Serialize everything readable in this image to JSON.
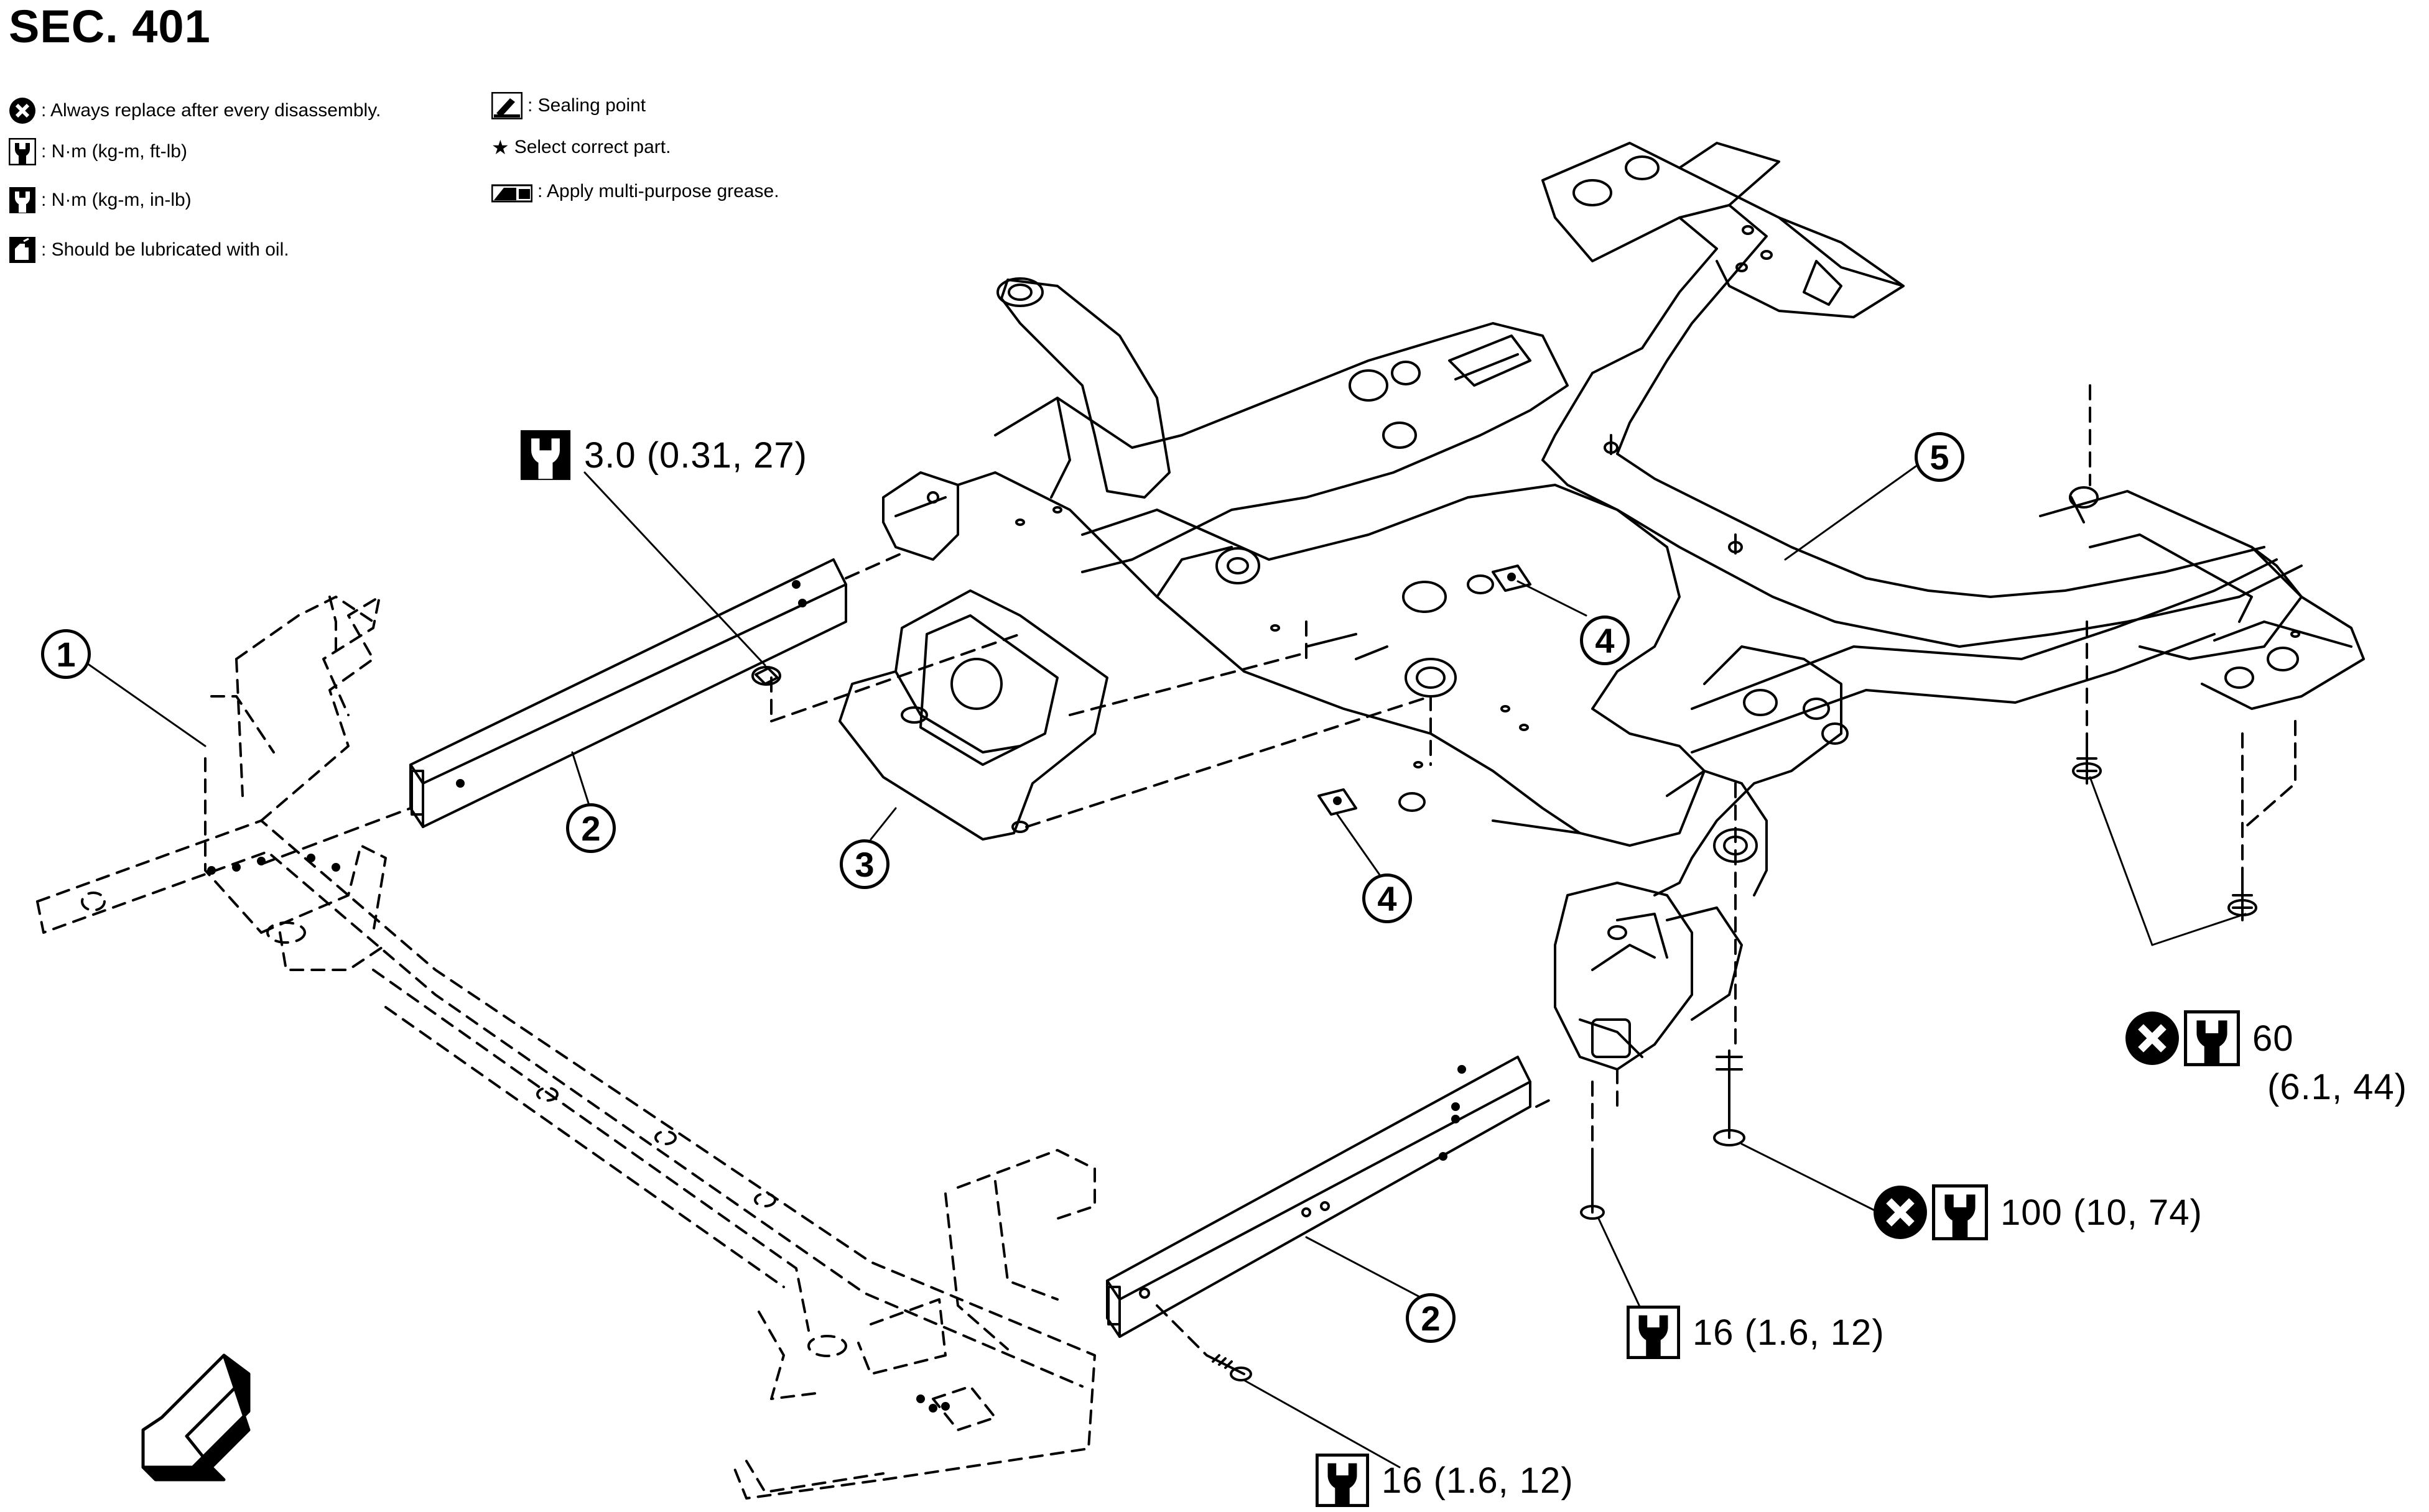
{
  "section": "SEC. 401",
  "legend": [
    {
      "icon": "replace-x-icon",
      "text": ": Always replace after every disassembly."
    },
    {
      "icon": "torque-wrench-icon",
      "text": ": N·m (kg-m, ft-lb)"
    },
    {
      "icon": "torque-wrench-inlb-icon",
      "text": ": N·m (kg-m, in-lb)"
    },
    {
      "icon": "oil-can-icon",
      "text": ": Should be lubricated with oil."
    },
    {
      "icon": "sealing-icon",
      "text": ": Sealing point"
    },
    {
      "icon": "star-icon",
      "text": "Select correct part."
    },
    {
      "icon": "grease-icon",
      "text": ": Apply multi-purpose grease."
    }
  ],
  "torques": {
    "t1": "3.0 (0.31, 27)",
    "t2a": "60",
    "t2b": "(6.1, 44)",
    "t3": "100 (10, 74)",
    "t4": "16 (1.6, 12)",
    "t5": "16 (1.6, 12)"
  },
  "callouts": {
    "c1": "1",
    "c2a": "2",
    "c2b": "2",
    "c3": "3",
    "c4a": "4",
    "c4b": "4",
    "c5": "5"
  }
}
